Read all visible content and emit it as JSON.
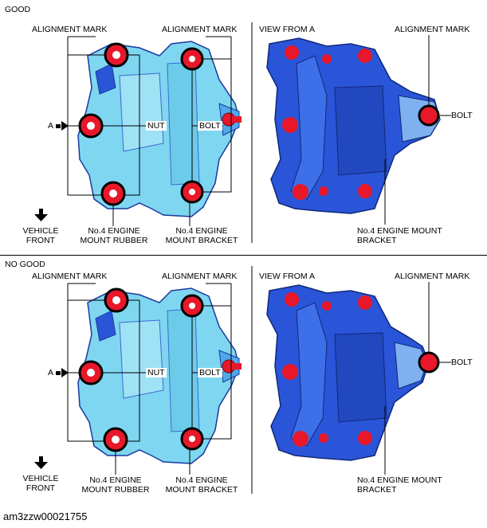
{
  "panels": [
    {
      "status": "GOOD",
      "alignment_mark_left": "ALIGNMENT MARK",
      "alignment_mark_mid": "ALIGNMENT MARK",
      "view_from": "VIEW FROM A",
      "alignment_mark_right": "ALIGNMENT MARK",
      "arrow_a": "A",
      "nut": "NUT",
      "bolt_mid": "BOLT",
      "bolt_right": "BOLT",
      "vehicle_front_1": "VEHICLE",
      "vehicle_front_2": "FRONT",
      "rubber_1": "No.4 ENGINE",
      "rubber_2": "MOUNT RUBBER",
      "bracket_1": "No.4 ENGINE",
      "bracket_2": "MOUNT BRACKET",
      "side_bracket_1": "No.4 ENGINE MOUNT",
      "side_bracket_2": "BRACKET"
    },
    {
      "status": "NO GOOD",
      "alignment_mark_left": "ALIGNMENT MARK",
      "alignment_mark_mid": "ALIGNMENT MARK",
      "view_from": "VIEW FROM A",
      "alignment_mark_right": "ALIGNMENT MARK",
      "arrow_a": "A",
      "nut": "NUT",
      "bolt_mid": "BOLT",
      "bolt_right": "BOLT",
      "vehicle_front_1": "VEHICLE",
      "vehicle_front_2": "FRONT",
      "rubber_1": "No.4 ENGINE",
      "rubber_2": "MOUNT RUBBER",
      "bracket_1": "No.4 ENGINE",
      "bracket_2": "MOUNT BRACKET",
      "side_bracket_1": "No.4 ENGINE MOUNT",
      "side_bracket_2": "BRACKET"
    }
  ],
  "caption": "am3zzw00021755",
  "colors": {
    "bracket_light": "#7fd6f0",
    "bracket_dark": "#2a55d8",
    "bolt_red": "#e8182a",
    "bolt_ring": "#000000"
  }
}
